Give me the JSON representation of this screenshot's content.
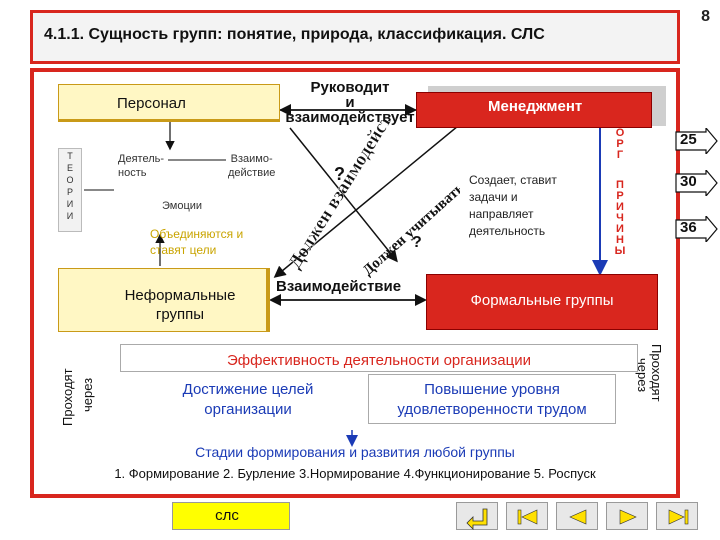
{
  "page_number": "8",
  "title": "4.1.1. Сущность групп: понятие, природа, классификация. СЛС",
  "personnel": "Персонал",
  "lead_line1": "Руководит",
  "lead_line2": "и",
  "lead_line3": "взаимодействует",
  "management": "Менеджмент",
  "theory_letters": [
    "Т",
    "Е",
    "О",
    "Р",
    "И",
    "И"
  ],
  "activity": [
    "Деятель-",
    "ность"
  ],
  "interaction_small": [
    "Взаимо-",
    "действие"
  ],
  "emotions": "Эмоции",
  "unite": [
    "Объединяются и",
    "ставят цели"
  ],
  "question": "?",
  "diagonal_big": "Должен взаимодействовать",
  "diagonal_small": "Должен учитывать",
  "creates": [
    "Создает, ставит",
    "задачи и",
    "направляет",
    "деятельность"
  ],
  "oru_letters": [
    "О",
    "Р",
    "Г"
  ],
  "reason_letters": [
    "П",
    "Р",
    "И",
    "Ч",
    "И",
    "Н",
    "Ы"
  ],
  "side_buttons": [
    "25",
    "30",
    "36"
  ],
  "informal": [
    "Неформальные",
    "группы"
  ],
  "interaction_big": "Взаимодействие",
  "formal": "Формальные группы",
  "pass_left": [
    "Проходят",
    "через"
  ],
  "pass_right": [
    "Проходят",
    "через"
  ],
  "efficiency": "Эффективность деятельности организации",
  "goal": [
    "Достижение целей",
    "организации"
  ],
  "satisfaction": [
    "Повышение уровня",
    "удовлетворенности трудом"
  ],
  "stages_title": "Стадии формирования и развития любой группы",
  "stages": "1. Формирование  2. Бурление  3.Нормирование  4.Функционирование  5. Роспуск",
  "slc_button": "слс",
  "colors": {
    "frame": "#d8261e",
    "management": "#d9261e",
    "personnel": "#fff7c4",
    "blue": "#1b3bb6",
    "yellow": "#ffff00"
  }
}
